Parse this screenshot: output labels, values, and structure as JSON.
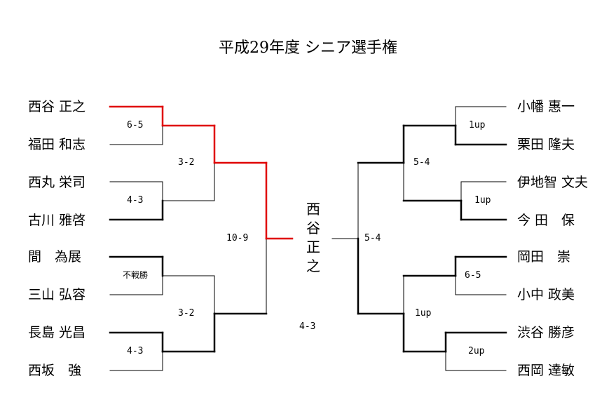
{
  "title": "平成29年度 シニア選手権",
  "left_players": [
    "西谷 正之",
    "福田 和志",
    "西丸 栄司",
    "古川 雅啓",
    "間　為展",
    "三山 弘容",
    "長島 光昌",
    "西坂　強"
  ],
  "right_players": [
    "小幡 惠一",
    "栗田 隆夫",
    "伊地智 文夫",
    "今 田　保",
    "岡田　崇",
    "小中 政美",
    "渋谷 勝彦",
    "西岡 達敏"
  ],
  "left_scores": {
    "r1": [
      "6-5",
      "4-3",
      "不戦勝",
      "4-3"
    ],
    "r2": [
      "3-2",
      "3-2"
    ],
    "r3": [
      "10-9"
    ]
  },
  "right_scores": {
    "r1": [
      "1up",
      "1up",
      "6-5",
      "2up"
    ],
    "r2": [
      "5-4",
      "1up"
    ],
    "r3": [
      "5-4"
    ]
  },
  "final_score": "4-3",
  "champion_chars": [
    "西",
    "谷",
    "正",
    "之"
  ],
  "colors": {
    "winner_path": "#e00000",
    "line": "#000000"
  }
}
